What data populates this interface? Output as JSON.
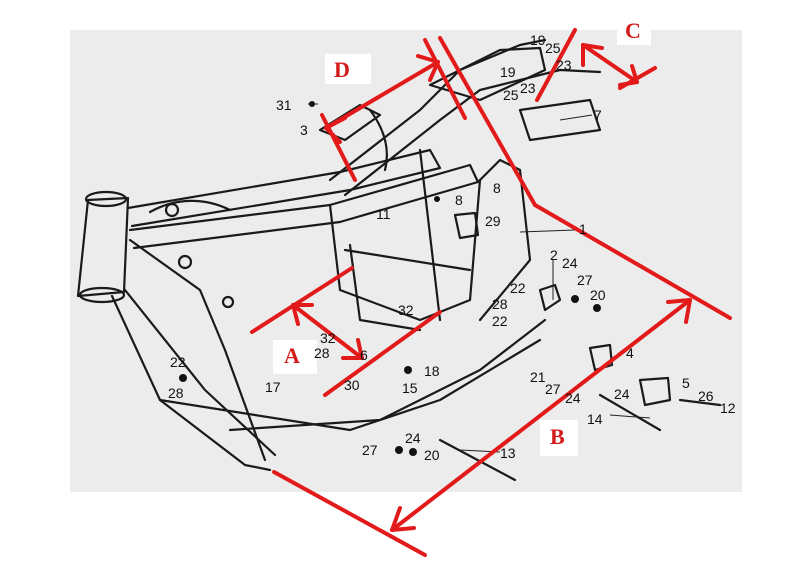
{
  "dimension_labels": [
    {
      "id": "A",
      "text": "A"
    },
    {
      "id": "B",
      "text": "B"
    },
    {
      "id": "C",
      "text": "C"
    },
    {
      "id": "D",
      "text": "D"
    }
  ],
  "part_numbers": [
    {
      "id": "p1",
      "text": "1"
    },
    {
      "id": "p2",
      "text": "2"
    },
    {
      "id": "p4",
      "text": "4"
    },
    {
      "id": "p5",
      "text": "5"
    },
    {
      "id": "p7",
      "text": "7"
    },
    {
      "id": "p8a",
      "text": "8"
    },
    {
      "id": "p8b",
      "text": "8"
    },
    {
      "id": "p11",
      "text": "11"
    },
    {
      "id": "p12",
      "text": "12"
    },
    {
      "id": "p13",
      "text": "13"
    },
    {
      "id": "p14",
      "text": "14"
    },
    {
      "id": "p15",
      "text": "15"
    },
    {
      "id": "p17",
      "text": "17"
    },
    {
      "id": "p18",
      "text": "18"
    },
    {
      "id": "p19a",
      "text": "19"
    },
    {
      "id": "p19b",
      "text": "19"
    },
    {
      "id": "p20a",
      "text": "20"
    },
    {
      "id": "p20b",
      "text": "20"
    },
    {
      "id": "p21",
      "text": "21"
    },
    {
      "id": "p22a",
      "text": "22"
    },
    {
      "id": "p22b",
      "text": "22"
    },
    {
      "id": "p22c",
      "text": "22"
    },
    {
      "id": "p23a",
      "text": "23"
    },
    {
      "id": "p23b",
      "text": "23"
    },
    {
      "id": "p24a",
      "text": "24"
    },
    {
      "id": "p24b",
      "text": "24"
    },
    {
      "id": "p24c",
      "text": "24"
    },
    {
      "id": "p24d",
      "text": "24"
    },
    {
      "id": "p25a",
      "text": "25"
    },
    {
      "id": "p25b",
      "text": "25"
    },
    {
      "id": "p26",
      "text": "26"
    },
    {
      "id": "p27a",
      "text": "27"
    },
    {
      "id": "p27b",
      "text": "27"
    },
    {
      "id": "p27c",
      "text": "27"
    },
    {
      "id": "p28a",
      "text": "28"
    },
    {
      "id": "p28b",
      "text": "28"
    },
    {
      "id": "p28c",
      "text": "28"
    },
    {
      "id": "p29",
      "text": "29"
    },
    {
      "id": "p30",
      "text": "30"
    },
    {
      "id": "p31",
      "text": "31"
    },
    {
      "id": "p32a",
      "text": "32"
    },
    {
      "id": "p32b",
      "text": "32"
    },
    {
      "id": "p3",
      "text": "3"
    },
    {
      "id": "p6",
      "text": "6"
    }
  ],
  "colors": {
    "annotation": "#e21a1a",
    "line_art": "#1a1a1a",
    "panel": "#ececec"
  }
}
